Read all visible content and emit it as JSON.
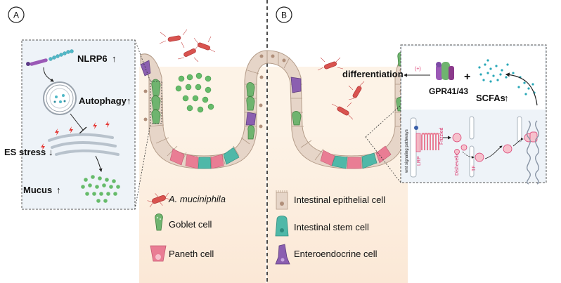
{
  "panels": {
    "a_label": "A",
    "b_label": "B"
  },
  "panel_a": {
    "nlrp6": "NLRP6",
    "autophagy": "Autophagy",
    "es_stress": "ES stress",
    "mucus": "Mucus",
    "arrow_up": "↑",
    "arrow_down": "↓"
  },
  "panel_b": {
    "differentiation": "differentiation",
    "plus_sign": "(+)",
    "receptor": "GPR41/43",
    "plus": "+",
    "scfas": "SCFAs",
    "scfas_arrow": "↑",
    "wnt": "wnt signaling pathways",
    "lrp": "LRP",
    "frizzled": "Frizzled",
    "dishevelled": "Dishevelled",
    "tf": "TF"
  },
  "legend": {
    "akkermansia": "A. muciniphila",
    "goblet": "Goblet cell",
    "paneth": "Paneth cell",
    "epithelial": "Intestinal epithelial cell",
    "stem": "Intestinal stem cell",
    "enteroendocrine": "Enteroendocrine cell"
  },
  "colors": {
    "tissue_bg": "#fdf0e3",
    "panel_bg": "#eef3f8",
    "epithelial": "#e6d5c8",
    "goblet": "#6fb46f",
    "paneth": "#e97d94",
    "stem": "#4fb8a8",
    "enteroendocrine": "#8b5fb0",
    "bacteria": "#d9534f",
    "mucus": "#66bb6a"
  }
}
